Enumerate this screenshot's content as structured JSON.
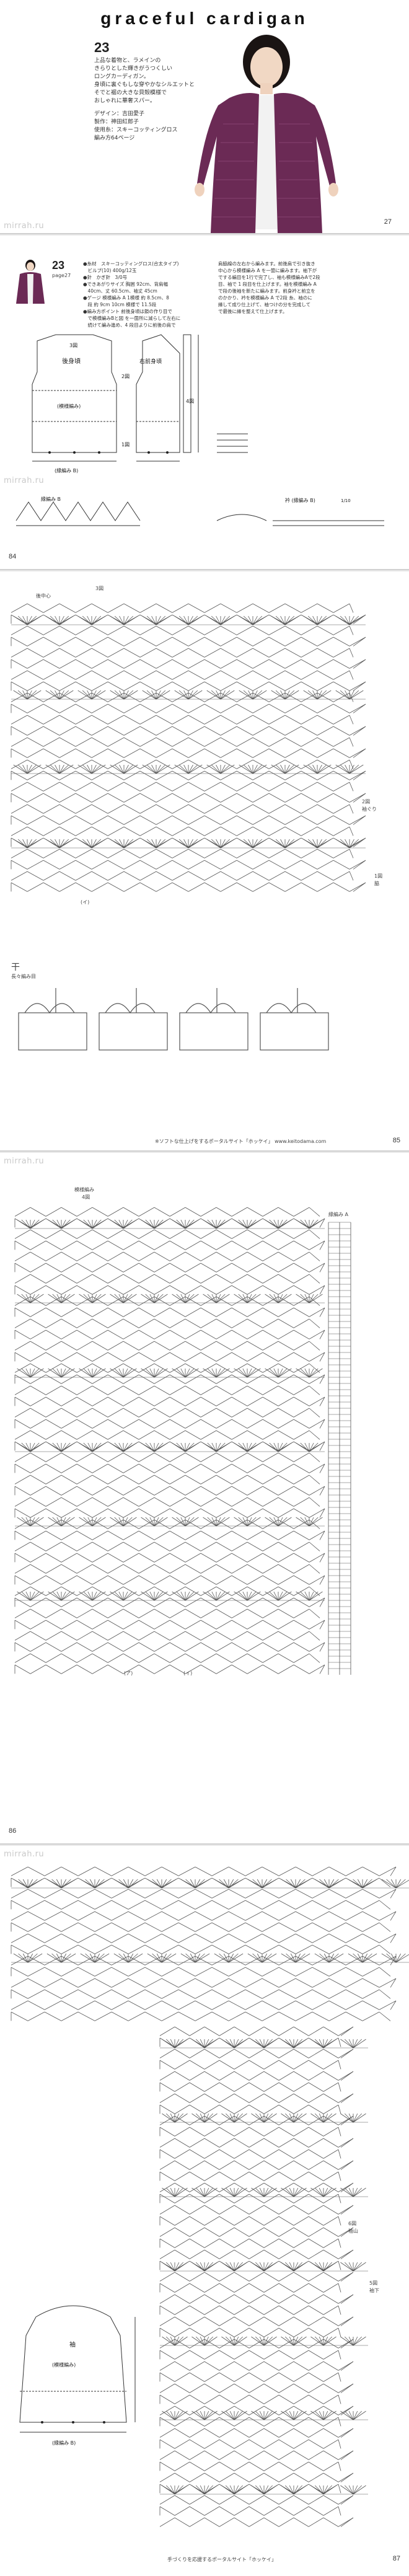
{
  "page1": {
    "title": "graceful cardigan",
    "pattern_no": "23",
    "description": [
      "上品な着物と、ラメインの",
      "きらりとした輝きがうつくしい",
      "ロングカーディガン。",
      "身頃に裏ぐもしな穿やかなシルエットと",
      "そでと裾の大きな貝殻模様で",
      "おしゃれに華奢スパー。"
    ],
    "credits": [
      "デザイン：吉田愛子",
      "製作：神田紅郎子",
      "使用糸：スキーコッティングロス",
      "編み方64ページ"
    ],
    "page_number": "27",
    "model_colors": {
      "cardigan": "#6b2a55",
      "top": "#f2f2f2",
      "hair": "#1a1413",
      "background": "#ffffff"
    }
  },
  "watermark": "mirrah.ru",
  "page2": {
    "pattern_no": "23",
    "page_ref": "page27",
    "materials": [
      "●糸材　スキーコッティングロス(合太タイプ)",
      "　ビルプ(10) 400g/12玉",
      "●針　かぎ針　3/0号",
      "●できあがりサイズ 胸囲 92cm、背肩幅",
      "　40cm、丈 60.5cm、袖丈 45cm",
      "●ゲージ 模様編み A 1模様 約 8.5cm、8",
      "　段 約 9cm 10cm 模様で 11.5段",
      "●編み方ポイント 前後身頃は鎖の作り目で",
      "　で模様編みBと図 を一箇所に減らして左右に",
      "　続けて編み進め、4 段目よりに前後の肩で"
    ],
    "instructions_right": [
      "肩脇線の左右から編みます。前後肩で引き抜き",
      "中心から模様編み A を一箇に編みます。袖下が",
      "でする編目を1行で完了し、袖も模様編みAで2段",
      "目、袖で 1 段目を仕上げます。袖を模様編み A",
      "で段の後袖を新たに編みます。前身衿と前立を",
      "のかかり、衿を模様編み A で2段 糸、袖のに",
      "縁して成り仕上げて、袖つけの分を完成して",
      "で最後に縁を整えて仕上げます。"
    ],
    "diagram_labels": {
      "back": "後身頃",
      "right_front": "右前身頃",
      "pattern": "(模様編み)",
      "edge_pattern": "(縁編み B)",
      "note_left": "3図",
      "note_mid": "2図",
      "note_right": "1図",
      "note_4": "4図",
      "collar": "衿 (縁編み B)",
      "ratio": "1/10"
    },
    "small_label": "縁編み B",
    "page_number": "84"
  },
  "page3": {
    "label_top": "3図",
    "label_left": "後中心",
    "label_right": "2図",
    "label_right_sub": "袖ぐり",
    "label_side": "1図",
    "label_side_sub": "脇",
    "note_bottom": "(イ)",
    "legend_title": "長々編み目",
    "legend_sym": "干",
    "footer": "※ソフトな仕上げをするポータルサイト「ホッケイ」 www.keitodama.com",
    "page_number": "85"
  },
  "page4": {
    "label_top": "模様編み",
    "label_top_sub": "4図",
    "label_right": "縁編み A",
    "note_a": "(ア)",
    "note_b": "(イ)",
    "page_number": "86"
  },
  "page5": {
    "label_6": "6図",
    "label_6_sub": "袖山",
    "label_5": "5図",
    "label_5_sub": "袖下",
    "sleeve_title": "袖",
    "sleeve_pattern": "(模様編み)",
    "sleeve_edge": "(縁編み B)",
    "footer": "手づくりを応援するポータルサイト「ホッケイ」",
    "page_number": "87"
  }
}
